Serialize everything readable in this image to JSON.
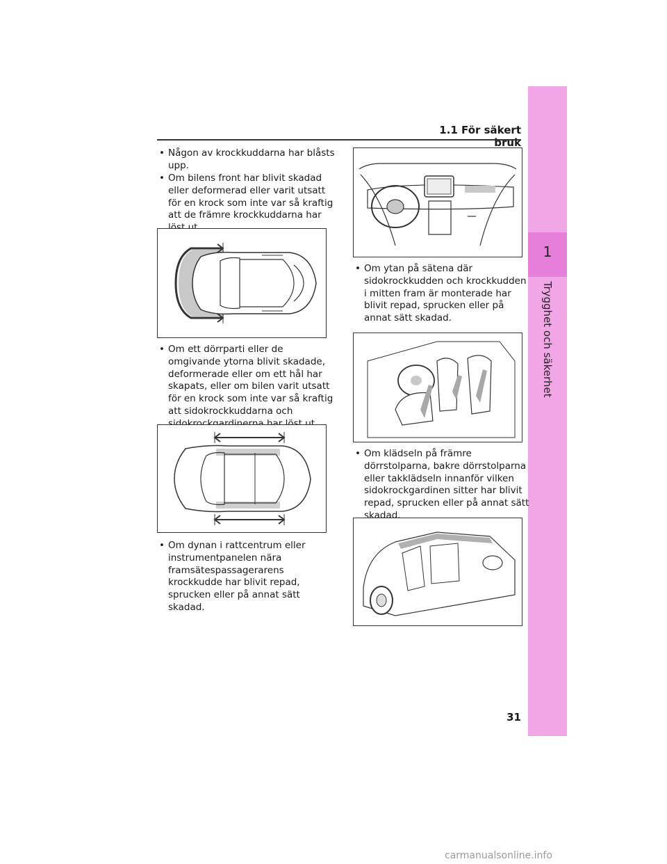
{
  "header": {
    "section": "1.1 För säkert bruk"
  },
  "side_tab": {
    "chapter_number": "1",
    "chapter_title": "Trygghet och säkerhet"
  },
  "left_column": {
    "bullets": [
      "Någon av krockkuddarna har blåsts upp.",
      "Om bilens front har blivit skadad eller deformerad eller varit utsatt för en krock som inte var så kraftig att de främre krockkuddarna har löst ut.",
      "Om ett dörrparti eller de omgivande ytorna blivit skadade, deformerade eller om ett hål har skapats, eller om bilen varit utsatt för en krock som inte var så kraftig att sidokrockkuddarna och sidokrockgardinerna har löst ut.",
      "Om dynan i rattcentrum eller instrumentpanelen nära framsätespassagerarens krockkudde har blivit repad, sprucken eller på annat sätt skadad."
    ]
  },
  "right_column": {
    "bullets": [
      "Om ytan på sätena där sidokrockkudden och krockkudden i mitten fram är monterade har blivit repad, sprucken eller på annat sätt skadad.",
      "Om klädseln på främre dörrstolparna, bakre dörrstolparna eller takklädseln innanför vilken sidokrockgardinen sitter har blivit repad, sprucken eller på annat sätt skadad."
    ]
  },
  "page_number": "31",
  "footer": {
    "watermark": "carmanualsonline.info"
  }
}
